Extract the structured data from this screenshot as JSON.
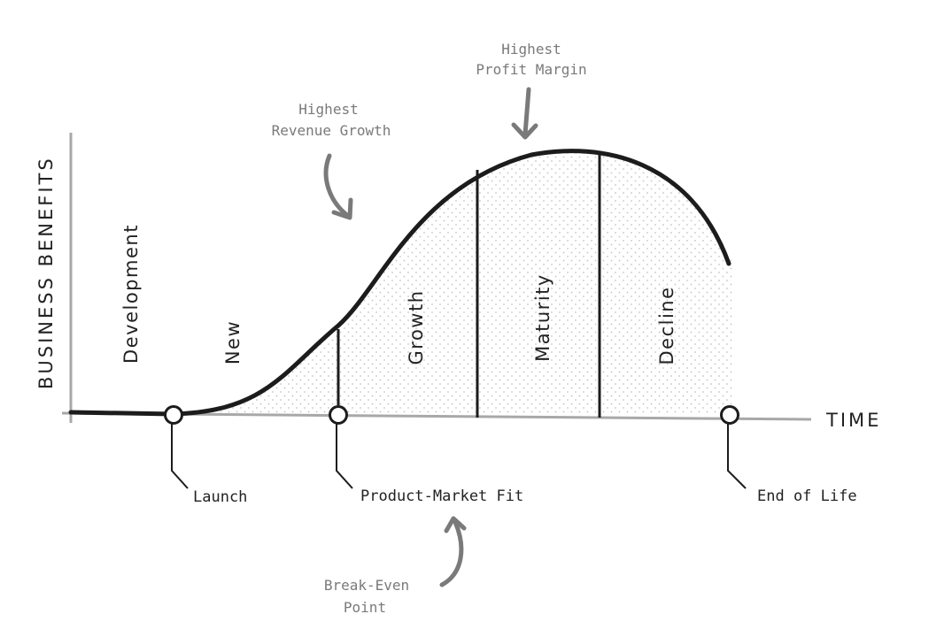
{
  "axes": {
    "y_label": "BUSINESS BENEFITS",
    "x_label": "TIME"
  },
  "phases": [
    {
      "key": "development",
      "label": "Development"
    },
    {
      "key": "new",
      "label": "New"
    },
    {
      "key": "growth",
      "label": "Growth"
    },
    {
      "key": "maturity",
      "label": "Maturity"
    },
    {
      "key": "decline",
      "label": "Decline"
    }
  ],
  "milestones": [
    {
      "key": "launch",
      "label": "Launch"
    },
    {
      "key": "product-market-fit",
      "label": "Product-Market Fit"
    },
    {
      "key": "end-of-life",
      "label": "End of Life"
    }
  ],
  "annotations": {
    "highest_revenue_growth": [
      "Highest",
      "Revenue Growth"
    ],
    "highest_profit_margin": [
      "Highest",
      "Profit Margin"
    ],
    "break_even_point": [
      "Break-Even",
      "Point"
    ]
  },
  "colors": {
    "curve": "#1c1c1c",
    "axis": "#a8a8a8",
    "annotation": "#7a7a7a",
    "dots": "#bdbdbd"
  }
}
